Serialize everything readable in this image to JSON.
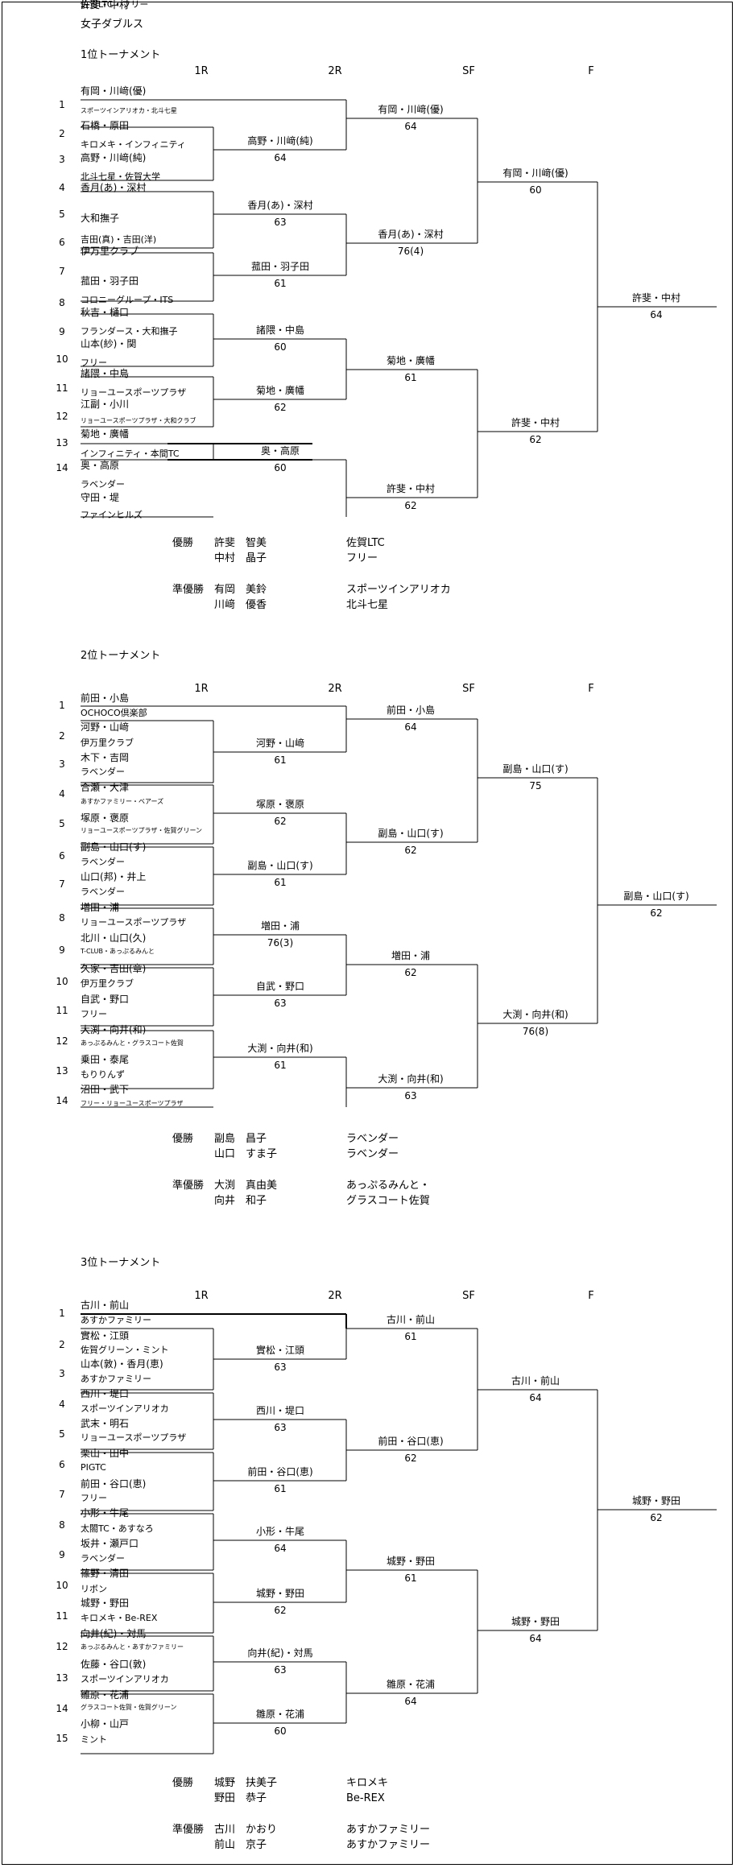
{
  "page_title": "女子ダブルス",
  "rounds": [
    "1R",
    "2R",
    "SF",
    "F"
  ],
  "tournaments": [
    {
      "title": "1位トーナメント",
      "numbers": [
        "1",
        "2",
        "3",
        "4",
        "5",
        "6",
        "7",
        "8",
        "9",
        "10",
        "11",
        "12",
        "13",
        "14"
      ],
      "entries": [
        {
          "pair": "有岡・川﨑(優)",
          "club": "スポーツインアリオカ・北斗七星"
        },
        {
          "pair": "石橋・原田",
          "club": "キロメキ・インフィニティ"
        },
        {
          "pair": "高野・川﨑(純)",
          "club": "北斗七星・佐賀大学"
        },
        {
          "pair": "香月(あ)・深村",
          "club": ""
        },
        {
          "pair": "大和撫子",
          "club": "吉田(真)・吉田(洋)"
        },
        {
          "pair": "伊万里クラブ",
          "club": ""
        },
        {
          "pair": "菰田・羽子田",
          "club": "コロニーグループ・ITS"
        },
        {
          "pair": "秋吉・樋口",
          "club": "フランダース・大和撫子"
        },
        {
          "pair": "山本(紗)・関",
          "club": "フリー"
        },
        {
          "pair": "諸隈・中島",
          "club": "リョーユースポーツプラザ"
        },
        {
          "pair": "江副・小川",
          "club": "リョーユースポーツプラザ・大和クラブ"
        },
        {
          "pair": "菊地・廣幡",
          "club": "インフィニティ・本間TC"
        },
        {
          "pair": "奥・高原",
          "club": "ラベンダー"
        },
        {
          "pair": "守田・堤",
          "club": "ファインヒルズ"
        },
        {
          "pair": "許斐・中村",
          "club": "佐賀LTC・フリー"
        }
      ],
      "r1": [
        {
          "winner": "高野・川﨑(純)",
          "score": "64"
        },
        {
          "winner": "香月(あ)・深村",
          "score": "63"
        },
        {
          "winner": "菰田・羽子田",
          "score": "61"
        },
        {
          "winner": "諸隈・中島",
          "score": "60"
        },
        {
          "winner": "菊地・廣幡",
          "score": "62"
        },
        {
          "winner": "奥・高原",
          "score": "60"
        }
      ],
      "r2": [
        {
          "winner": "有岡・川﨑(優)",
          "score": "64"
        },
        {
          "winner": "香月(あ)・深村",
          "score": "76(4)"
        },
        {
          "winner": "菊地・廣幡",
          "score": "61"
        },
        {
          "winner": "許斐・中村",
          "score": "62"
        }
      ],
      "sf": [
        {
          "winner": "有岡・川﨑(優)",
          "score": "60"
        },
        {
          "winner": "許斐・中村",
          "score": "62"
        }
      ],
      "final": {
        "winner": "許斐・中村",
        "score": "64"
      },
      "results": {
        "champion_label": "優勝",
        "champion": [
          {
            "name": "許斐　智美",
            "club": "佐賀LTC"
          },
          {
            "name": "中村　晶子",
            "club": "フリー"
          }
        ],
        "runnerup_label": "準優勝",
        "runnerup": [
          {
            "name": "有岡　美鈴",
            "club": "スポーツインアリオカ"
          },
          {
            "name": "川﨑　優香",
            "club": "北斗七星"
          }
        ]
      }
    },
    {
      "title": "2位トーナメント",
      "numbers": [
        "1",
        "2",
        "3",
        "4",
        "5",
        "6",
        "7",
        "8",
        "9",
        "10",
        "11",
        "12",
        "13",
        "14"
      ],
      "entries": [
        {
          "pair": "前田・小島",
          "club": "OCHOCO倶楽部"
        },
        {
          "pair": "河野・山﨑",
          "club": "伊万里クラブ"
        },
        {
          "pair": "木下・吉岡",
          "club": "ラベンダー"
        },
        {
          "pair": "合瀬・大津",
          "club": "あすかファミリー・ベアーズ"
        },
        {
          "pair": "塚原・褒原",
          "club": "リョーユースポーツプラザ・佐賀グリーン"
        },
        {
          "pair": "副島・山口(す)",
          "club": "ラベンダー"
        },
        {
          "pair": "山口(邦)・井上",
          "club": "ラベンダー"
        },
        {
          "pair": "増田・浦",
          "club": "リョーユースポーツプラザ"
        },
        {
          "pair": "北川・山口(久)",
          "club": "T-CLUB・あっぷるみんと"
        },
        {
          "pair": "久家・吉田(章)",
          "club": "伊万里クラブ"
        },
        {
          "pair": "自武・野口",
          "club": "フリー"
        },
        {
          "pair": "大渕・向井(和)",
          "club": "あっぷるみんと・グラスコート佐賀"
        },
        {
          "pair": "乗田・泰尾",
          "club": "もりりんず"
        },
        {
          "pair": "沼田・武下",
          "club": "フリー・リョーユースポーツプラザ"
        }
      ],
      "r1": [
        {
          "winner": "河野・山﨑",
          "score": "61"
        },
        {
          "winner": "塚原・褒原",
          "score": "62"
        },
        {
          "winner": "副島・山口(す)",
          "score": "61"
        },
        {
          "winner": "増田・浦",
          "score": "76(3)"
        },
        {
          "winner": "自武・野口",
          "score": "63"
        },
        {
          "winner": "大渕・向井(和)",
          "score": "61"
        }
      ],
      "r2": [
        {
          "winner": "前田・小島",
          "score": "64"
        },
        {
          "winner": "副島・山口(す)",
          "score": "62"
        },
        {
          "winner": "増田・浦",
          "score": "62"
        },
        {
          "winner": "大渕・向井(和)",
          "score": "63"
        }
      ],
      "sf": [
        {
          "winner": "副島・山口(す)",
          "score": "75"
        },
        {
          "winner": "大渕・向井(和)",
          "score": "76(8)"
        }
      ],
      "final": {
        "winner": "副島・山口(す)",
        "score": "62"
      },
      "results": {
        "champion_label": "優勝",
        "champion": [
          {
            "name": "副島　昌子",
            "club": "ラベンダー"
          },
          {
            "name": "山口　すま子",
            "club": "ラベンダー"
          }
        ],
        "runnerup_label": "準優勝",
        "runnerup": [
          {
            "name": "大渕　真由美",
            "club": "あっぷるみんと・"
          },
          {
            "name": "向井　和子",
            "club": "グラスコート佐賀"
          }
        ]
      }
    },
    {
      "title": "3位トーナメント",
      "numbers": [
        "1",
        "2",
        "3",
        "4",
        "5",
        "6",
        "7",
        "8",
        "9",
        "10",
        "11",
        "12",
        "13",
        "14",
        "15"
      ],
      "entries": [
        {
          "pair": "古川・前山",
          "club": "あすかファミリー"
        },
        {
          "pair": "實松・江頭",
          "club": "佐賀グリーン・ミント"
        },
        {
          "pair": "山本(敦)・香月(恵)",
          "club": "あすかファミリー"
        },
        {
          "pair": "西川・堤口",
          "club": "スポーツインアリオカ"
        },
        {
          "pair": "武末・明石",
          "club": "リョーユースポーツプラザ"
        },
        {
          "pair": "栗山・田中",
          "club": "PIGTC"
        },
        {
          "pair": "前田・谷口(恵)",
          "club": "フリー"
        },
        {
          "pair": "小形・牛尾",
          "club": "太閤TC・あすなろ"
        },
        {
          "pair": "坂井・瀬戸口",
          "club": "ラベンダー"
        },
        {
          "pair": "篠野・清田",
          "club": "リボン"
        },
        {
          "pair": "城野・野田",
          "club": "キロメキ・Be-REX"
        },
        {
          "pair": "向井(紀)・対馬",
          "club": "あっぷるみんと・あすかファミリー"
        },
        {
          "pair": "佐藤・谷口(敦)",
          "club": "スポーツインアリオカ"
        },
        {
          "pair": "雛原・花浦",
          "club": "グラスコート佐賀・佐賀グリーン"
        },
        {
          "pair": "小柳・山戸",
          "club": "ミント"
        }
      ],
      "r1": [
        {
          "winner": "實松・江頭",
          "score": "63"
        },
        {
          "winner": "西川・堤口",
          "score": "63"
        },
        {
          "winner": "前田・谷口(恵)",
          "score": "61"
        },
        {
          "winner": "小形・牛尾",
          "score": "64"
        },
        {
          "winner": "城野・野田",
          "score": "62"
        },
        {
          "winner": "向井(紀)・対馬",
          "score": "63"
        },
        {
          "winner": "雛原・花浦",
          "score": "60"
        }
      ],
      "r2": [
        {
          "winner": "古川・前山",
          "score": "61"
        },
        {
          "winner": "前田・谷口(恵)",
          "score": "62"
        },
        {
          "winner": "城野・野田",
          "score": "61"
        },
        {
          "winner": "雛原・花浦",
          "score": "64"
        }
      ],
      "sf": [
        {
          "winner": "古川・前山",
          "score": "64"
        },
        {
          "winner": "城野・野田",
          "score": "64"
        }
      ],
      "final": {
        "winner": "城野・野田",
        "score": "62"
      },
      "results": {
        "champion_label": "優勝",
        "champion": [
          {
            "name": "城野　扶美子",
            "club": "キロメキ"
          },
          {
            "name": "野田　恭子",
            "club": "Be-REX"
          }
        ],
        "runnerup_label": "準優勝",
        "runnerup": [
          {
            "name": "古川　かおり",
            "club": "あすかファミリー"
          },
          {
            "name": "前山　京子",
            "club": "あすかファミリー"
          }
        ]
      }
    }
  ]
}
